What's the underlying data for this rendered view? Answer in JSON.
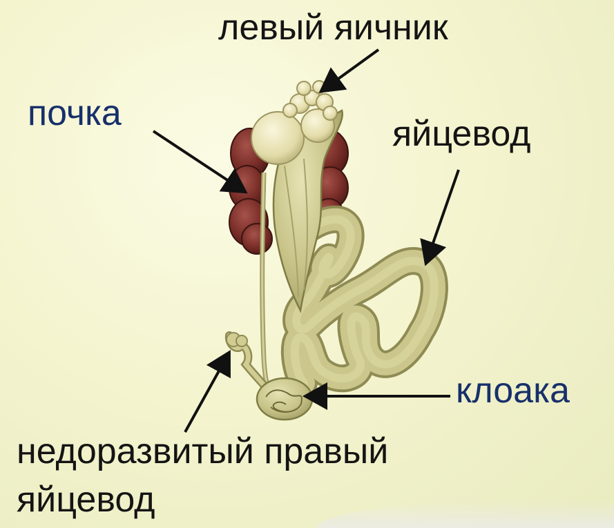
{
  "labels": {
    "left_ovary": "левый яичник",
    "kidney": "почка",
    "oviduct": "яйцевод",
    "cloaca": "клоака",
    "underdeveloped_right_line1": "недоразвитый правый",
    "underdeveloped_right_line2": "яйцевод"
  },
  "colors": {
    "background": "#f4f4cf",
    "kidney": "#7a2e28",
    "tract": "#c9c58a",
    "ovary": "#e9e2b4",
    "label_blue": "#17306b",
    "label_dark": "#141414"
  }
}
